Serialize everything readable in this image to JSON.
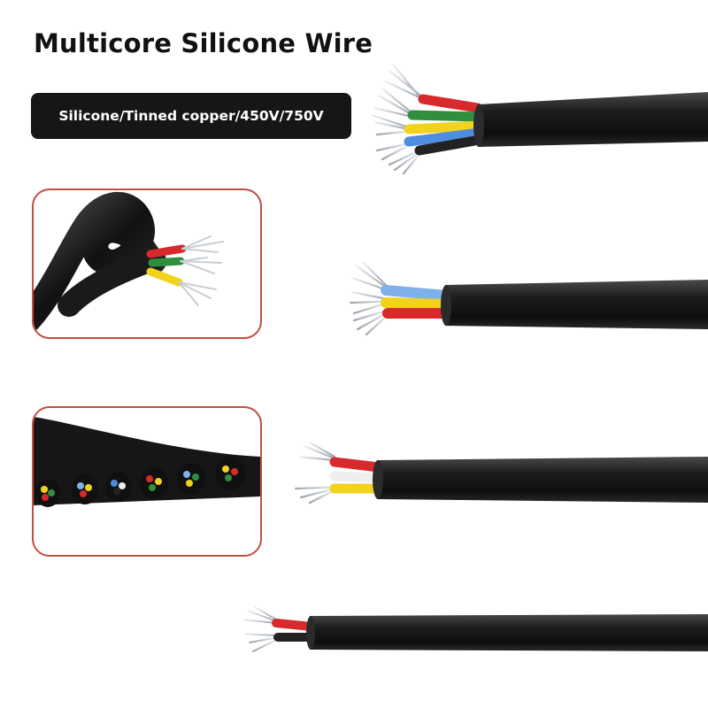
{
  "page": {
    "title": "Multicore Silicone Wire",
    "subtitle": "Silicone/Tinned copper/450V/750V"
  },
  "colors": {
    "jacket": "#1b1b1b",
    "badge_background": "#161616",
    "inset_border": "#c0503f",
    "strand": "#c9ced4",
    "core_red": "#d8292c",
    "core_green": "#2f8f3c",
    "core_yellow": "#f1d21c",
    "core_blue": "#4f8de0",
    "core_light_blue": "#7fb0ec",
    "core_black": "#222222"
  },
  "illustrations": [
    {
      "name": "cable-5-core",
      "cores": [
        "red",
        "green",
        "yellow",
        "blue",
        "black"
      ]
    },
    {
      "name": "cable-3-core",
      "cores": [
        "light_blue",
        "yellow",
        "red"
      ]
    },
    {
      "name": "cable-2-core",
      "cores": [
        "red",
        "yellow"
      ]
    },
    {
      "name": "cable-2-core-small",
      "cores": [
        "red",
        "black"
      ]
    },
    {
      "name": "knotted-cable-inset",
      "cores": [
        "red",
        "green",
        "yellow"
      ]
    },
    {
      "name": "cable-ends-inset",
      "cores": []
    }
  ]
}
